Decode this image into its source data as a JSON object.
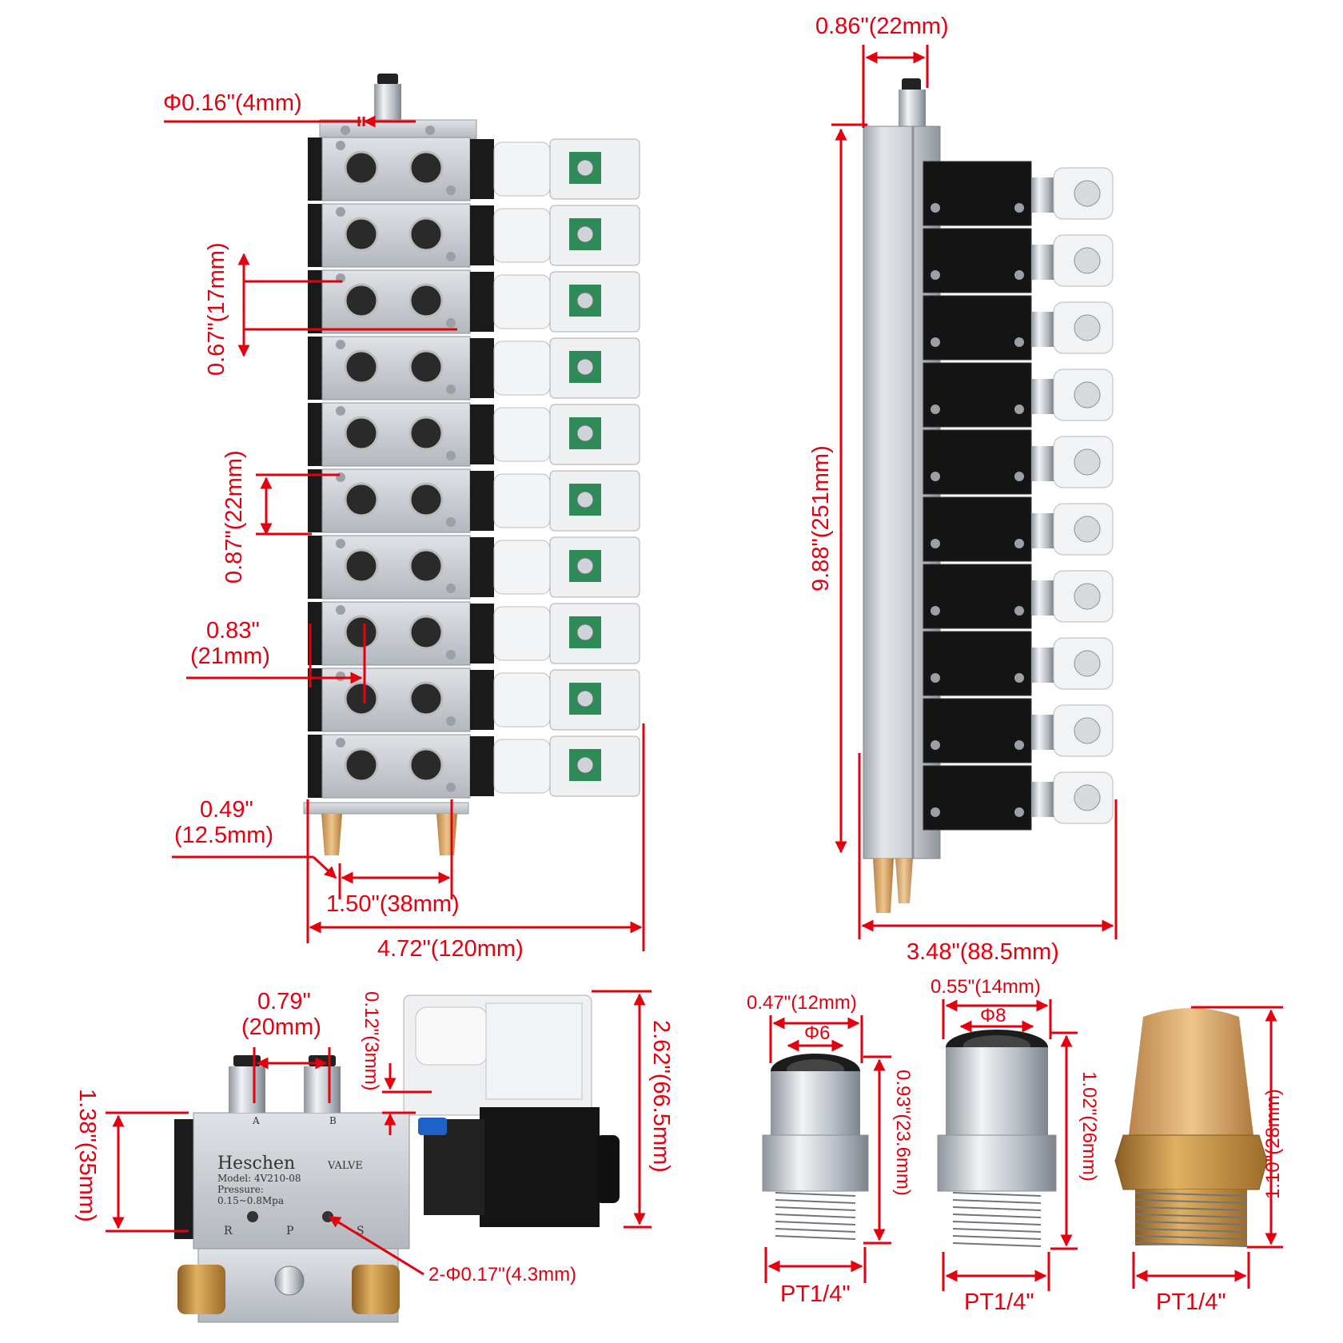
{
  "colors": {
    "dimension": "#e3000f",
    "aluminum": "#c8cdd3",
    "coil": "#111111",
    "brass": "#c8963e",
    "pcb": "#2e8b57",
    "chrome": "#bfc5cc"
  },
  "front_view": {
    "labels": {
      "port_dia": "Φ0.16\"(4mm)",
      "pitch": "0.67\"(17mm)",
      "valve_height": "0.87\"(22mm)",
      "port_offset_a": "0.83\"",
      "port_offset_b": "(21mm)",
      "muffler_offset_a": "0.49\"",
      "muffler_offset_b": "(12.5mm)",
      "muffler_spacing": "1.50\"(38mm)",
      "overall_width": "4.72\"(120mm)"
    },
    "valve_count": 10
  },
  "side_view": {
    "labels": {
      "rail_width": "0.86\"(22mm)",
      "length": "9.88\"(251mm)",
      "depth": "3.48\"(88.5mm)"
    },
    "valve_count": 10
  },
  "single_valve": {
    "labels": {
      "port_spacing_a": "0.79\"",
      "port_spacing_b": "(20mm)",
      "lip": "0.12\"(3mm)",
      "body_height": "1.38\"(35mm)",
      "total_height": "2.62\"(66.5mm)",
      "mount_holes": "2-Φ0.17\"(4.3mm)"
    },
    "nameplate": {
      "brand": "Heschen",
      "type": "VALVE",
      "model": "Model: 4V210-08",
      "pressure_label": "Pressure:",
      "pressure_value": "0.15~0.8Mpa",
      "port_a": "A",
      "port_b": "B",
      "port_r": "R",
      "port_p": "P",
      "port_s": "S"
    }
  },
  "fitting_6mm": {
    "labels": {
      "width": "0.47\"(12mm)",
      "tube": "Φ6",
      "height": "0.93\"(23.6mm)",
      "thread": "PT1/4\""
    }
  },
  "fitting_8mm": {
    "labels": {
      "width": "0.55\"(14mm)",
      "tube": "Φ8",
      "height": "1.02\"(26mm)",
      "thread": "PT1/4\""
    }
  },
  "muffler": {
    "labels": {
      "height": "1.10\"(28mm)",
      "thread": "PT1/4\""
    }
  }
}
